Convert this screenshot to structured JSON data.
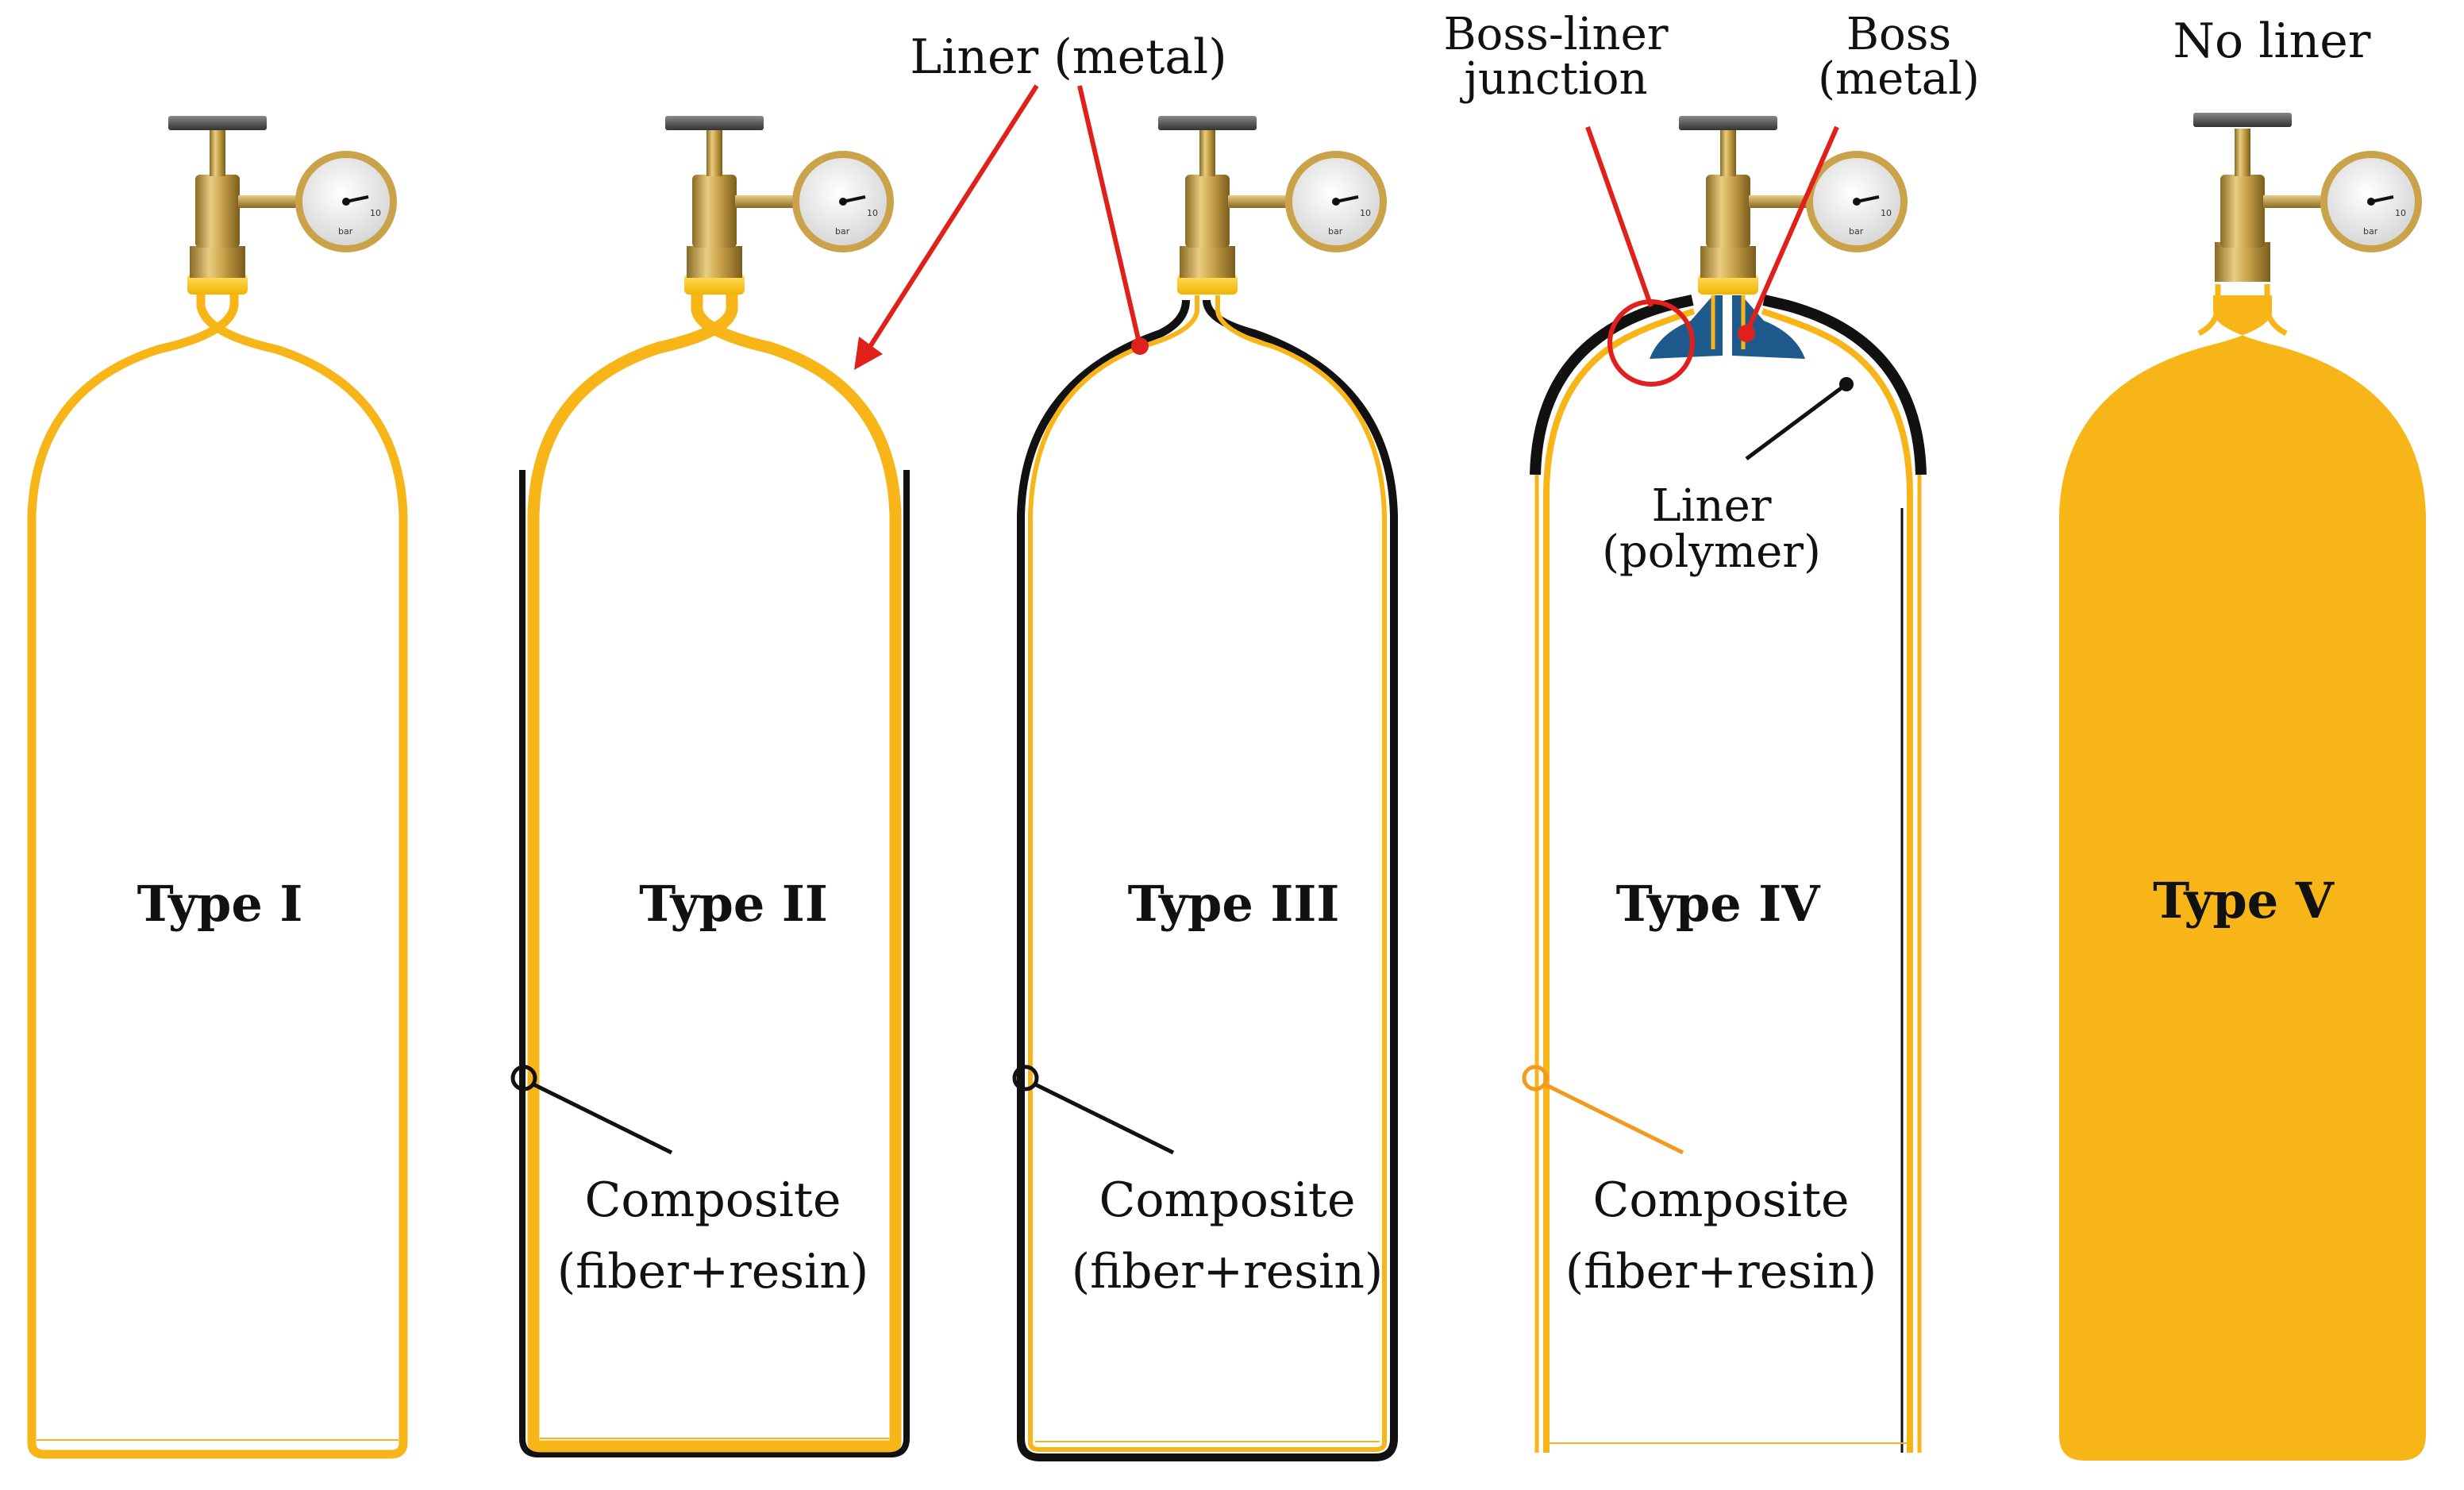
{
  "tanks": [
    {
      "type_label": "Type I"
    },
    {
      "type_label": "Type II"
    },
    {
      "type_label": "Type III"
    },
    {
      "type_label": "Type IV"
    },
    {
      "type_label": "Type V"
    }
  ],
  "labels": {
    "liner_metal": "Liner (metal)",
    "boss_liner_1": "Boss-liner",
    "boss_liner_2": "junction",
    "boss_1": "Boss",
    "boss_2": "(metal)",
    "no_liner": "No liner",
    "liner_polymer_1": "Liner",
    "liner_polymer_2": "(polymer)",
    "composite_1": "Composite",
    "composite_2": "(fiber+resin)"
  },
  "gauge": {
    "unit": "bar",
    "max": "10"
  },
  "colors": {
    "liner_yellow": "#F7B518",
    "composite_black": "#111111",
    "boss_blue": "#1F5A8C",
    "valve_brass": "#C9A24A",
    "pointer_red": "#E0201A",
    "pointer_orange": "#F29A1E"
  }
}
